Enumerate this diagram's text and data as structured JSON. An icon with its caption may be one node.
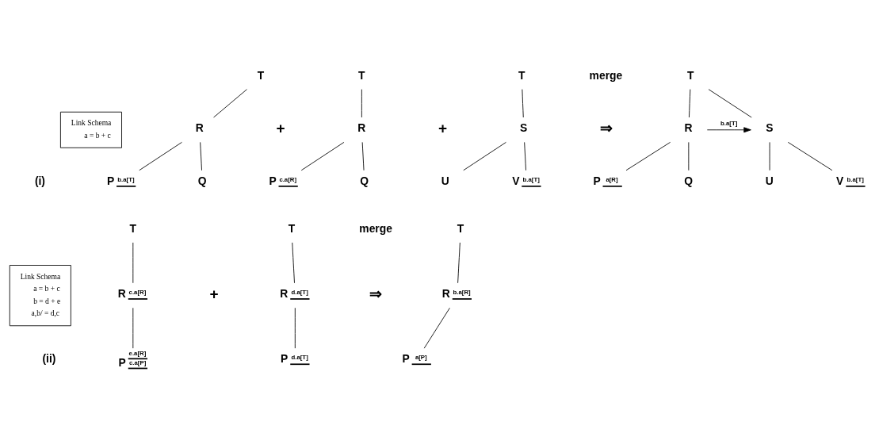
{
  "diagram": {
    "nodes": [
      {
        "text": [
          "Link Schema",
          "a = b + c"
        ]
      },
      {
        "text": [
          "T"
        ]
      },
      {
        "text": [
          "R"
        ]
      },
      {
        "text": [
          "P",
          "b.a[T]"
        ]
      },
      {
        "text": [
          "Q"
        ]
      },
      {
        "text": [
          "T"
        ]
      },
      {
        "text": [
          "R"
        ]
      },
      {
        "text": [
          "P",
          "c.a[R]"
        ]
      },
      {
        "text": [
          "Q"
        ]
      },
      {
        "text": [
          "T"
        ]
      },
      {
        "text": [
          "S"
        ]
      },
      {
        "text": [
          "U"
        ]
      },
      {
        "text": [
          "V",
          "b.a[T]"
        ]
      },
      {
        "text": [
          "T"
        ]
      },
      {
        "text": [
          "R"
        ]
      },
      {
        "text": [
          "S"
        ]
      },
      {
        "text": [
          "P",
          "a[R]"
        ]
      },
      {
        "text": [
          "Q"
        ]
      },
      {
        "text": [
          "U"
        ]
      },
      {
        "text": [
          "V",
          "b.a[T]"
        ]
      },
      {
        "text": [
          "Link Schema",
          "a = b + c",
          "b = d + e",
          "a,b/ = d,c"
        ]
      },
      {
        "text": [
          "T"
        ]
      },
      {
        "text": [
          "R",
          "c.a[R]"
        ]
      },
      {
        "text": [
          "P",
          "e.a[R]",
          "c.a[P]"
        ]
      },
      {
        "text": [
          "T"
        ]
      },
      {
        "text": [
          "R",
          "d.a[T]"
        ]
      },
      {
        "text": [
          "P",
          "d.a[T]"
        ]
      },
      {
        "text": [
          "T"
        ]
      },
      {
        "text": [
          "R",
          "b.a[R]"
        ]
      },
      {
        "text": [
          "P",
          "a[P]"
        ]
      }
    ],
    "edges": [
      {
        "from": 1,
        "to": 2,
        "arrow": "none"
      },
      {
        "from": 2,
        "to": 3,
        "arrow": "none"
      },
      {
        "from": 2,
        "to": 4,
        "arrow": "none"
      },
      {
        "from": 5,
        "to": 6,
        "arrow": "none"
      },
      {
        "from": 6,
        "to": 7,
        "arrow": "none"
      },
      {
        "from": 6,
        "to": 8,
        "arrow": "none"
      },
      {
        "from": 9,
        "to": 10,
        "arrow": "none"
      },
      {
        "from": 10,
        "to": 11,
        "arrow": "none"
      },
      {
        "from": 10,
        "to": 12,
        "arrow": "none"
      },
      {
        "from": 13,
        "to": 14,
        "arrow": "none"
      },
      {
        "from": 13,
        "to": 15,
        "arrow": "none"
      },
      {
        "from": 14,
        "to": 15,
        "arrow": "to",
        "label": "b.a[T]"
      },
      {
        "from": 14,
        "to": 16,
        "arrow": "none"
      },
      {
        "from": 14,
        "to": 17,
        "arrow": "none"
      },
      {
        "from": 15,
        "to": 18,
        "arrow": "none"
      },
      {
        "from": 15,
        "to": 19,
        "arrow": "none"
      },
      {
        "from": 21,
        "to": 22,
        "arrow": "none"
      },
      {
        "from": 22,
        "to": 23,
        "arrow": "none"
      },
      {
        "from": 24,
        "to": 25,
        "arrow": "none"
      },
      {
        "from": 25,
        "to": 26,
        "arrow": "none"
      },
      {
        "from": 27,
        "to": 28,
        "arrow": "none"
      },
      {
        "from": 28,
        "to": 29,
        "arrow": "none"
      }
    ],
    "labels": [
      "+",
      "+",
      "merge",
      "⇒",
      "(i)",
      "+",
      "merge",
      "⇒",
      "(ii)"
    ]
  }
}
